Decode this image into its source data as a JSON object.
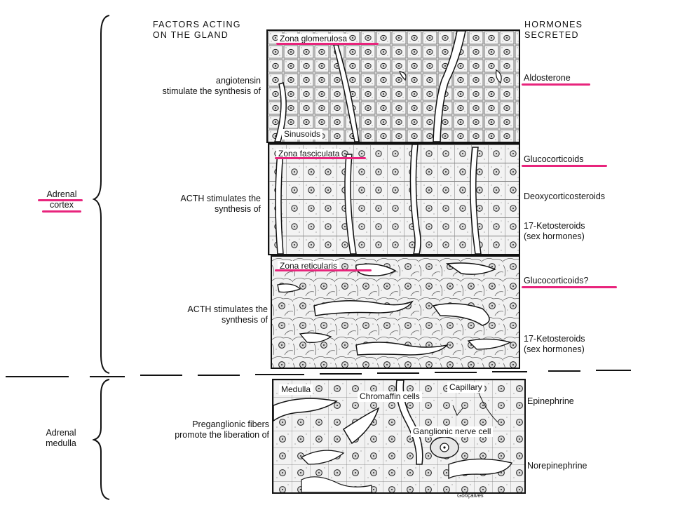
{
  "headers": {
    "factors": [
      "FACTORS ACTING",
      "ON THE GLAND"
    ],
    "hormones": [
      "HORMONES",
      "SECRETED"
    ]
  },
  "sections": {
    "cortex": [
      "Adrenal",
      "cortex"
    ],
    "medulla": [
      "Adrenal",
      "medulla"
    ]
  },
  "zones": {
    "glomerulosa": {
      "name": "Zona glomerulosa",
      "factor": [
        "angiotensin",
        "stimulate the synthesis of"
      ],
      "inner_label": "Sinusoids",
      "hormones": [
        "Aldosterone"
      ]
    },
    "fasciculata": {
      "name": "Zona fasciculata",
      "factor": [
        "ACTH stimulates the",
        "synthesis of"
      ],
      "hormones": [
        "Glucocorticoids",
        "Deoxycorticosteroids",
        "17-Ketosteroids",
        "(sex hormones)"
      ]
    },
    "reticularis": {
      "name": "Zona reticularis",
      "factor": [
        "ACTH stimulates the",
        "synthesis of"
      ],
      "hormones": [
        "Glucocorticoids?",
        "17-Ketosteroids",
        "(sex hormones)"
      ]
    },
    "medulla": {
      "labels": [
        "Medulla",
        "Capillary",
        "Chromaffin cells",
        "Ganglionic nerve cell"
      ],
      "factor": [
        "Preganglionic fibers",
        "promote the liberation of"
      ],
      "hormones": [
        "Epinephrine",
        "Norepinephrine"
      ]
    }
  },
  "signature": "Gonçalves",
  "colors": {
    "highlight": "#e8247c",
    "ink": "#111111",
    "tissue": "#f2f2f2"
  }
}
